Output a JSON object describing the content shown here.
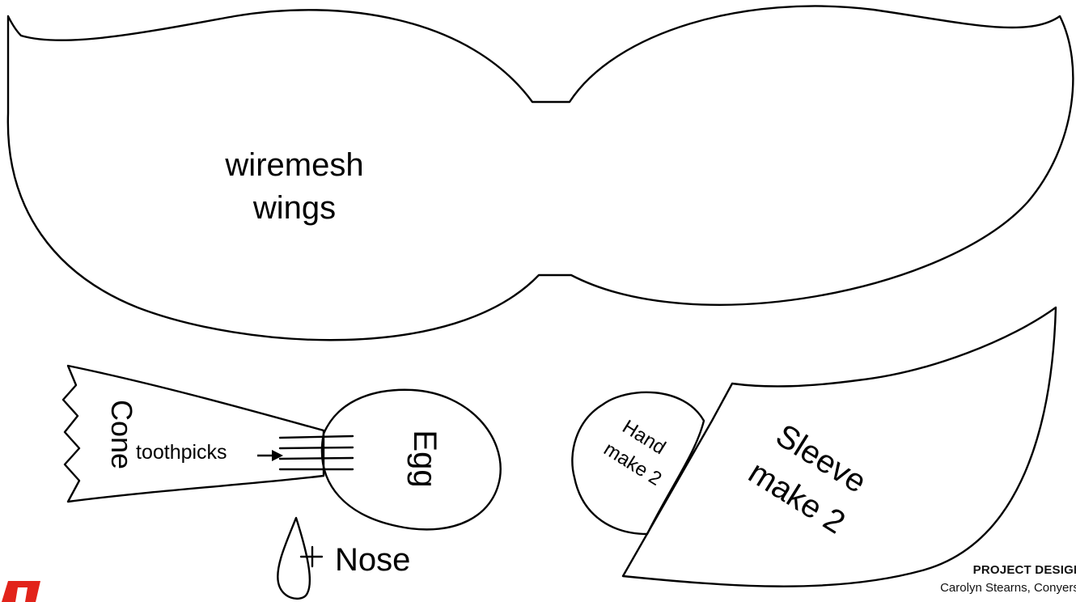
{
  "labels": {
    "wings_line1": "wiremesh",
    "wings_line2": "wings",
    "cone": "Cone",
    "toothpicks": "toothpicks",
    "egg": "Egg",
    "nose": "Nose",
    "hand_line1": "Hand",
    "hand_line2": "make 2",
    "sleeve_line1": "Sleeve",
    "sleeve_line2": "make 2"
  },
  "credit": {
    "title": "PROJECT DESIGN",
    "name": "Carolyn Stearns, Conyers,"
  },
  "colors": {
    "outline": "#000000",
    "logo": "#e2231a"
  }
}
